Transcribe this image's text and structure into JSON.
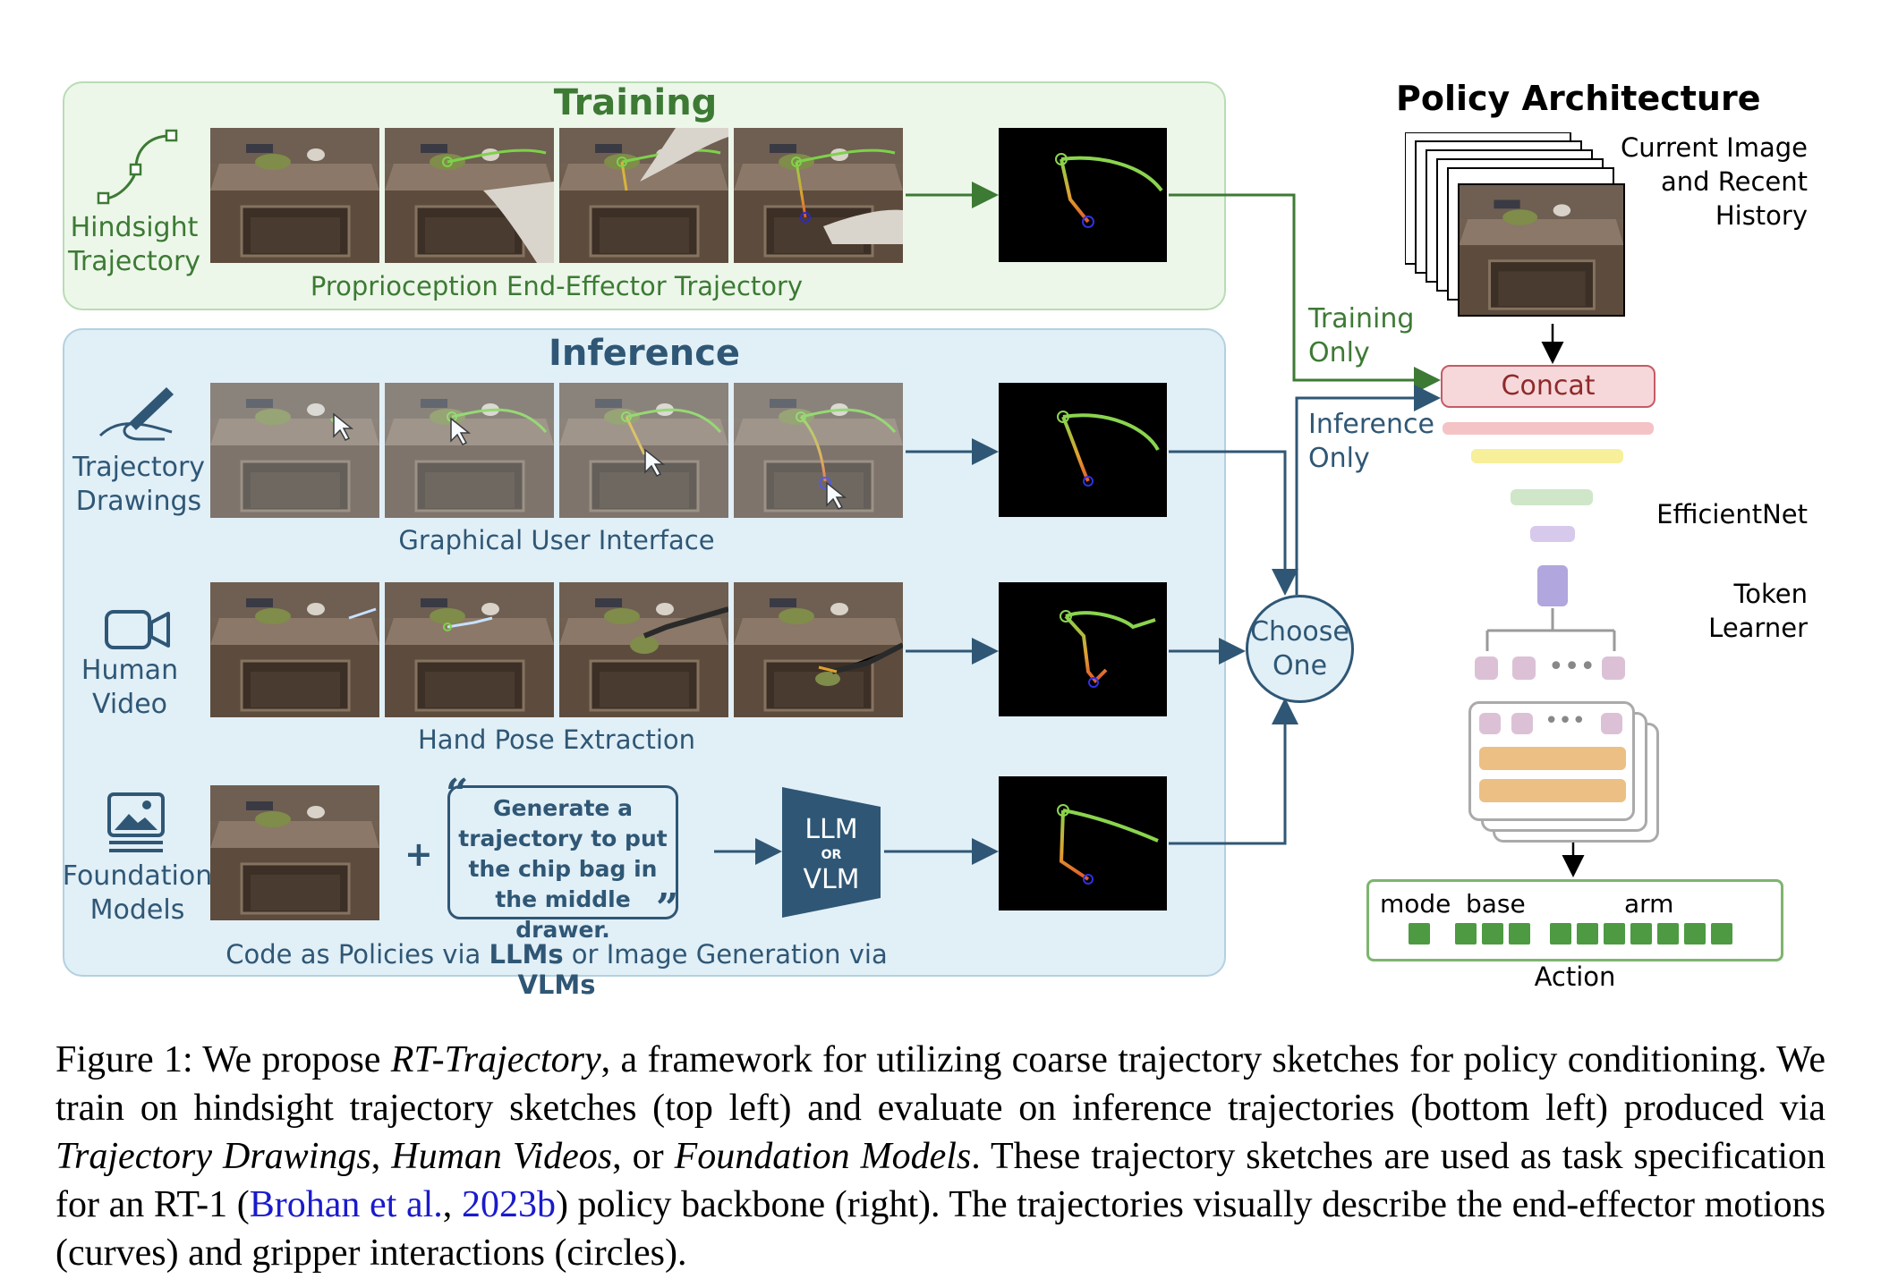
{
  "training": {
    "title": "Training",
    "icon_label": "Hindsight\nTrajectory",
    "caption": "Proprioception End-Effector Trajectory"
  },
  "inference": {
    "title": "Inference",
    "rows": [
      {
        "icon": "pen-drawing-icon",
        "label": "Trajectory\nDrawings",
        "caption": "Graphical User Interface"
      },
      {
        "icon": "video-camera-icon",
        "label": "Human\nVideo",
        "caption": "Hand Pose Extraction"
      },
      {
        "icon": "image-icon",
        "label": "Foundation\nModels",
        "caption_parts": [
          "Code as Policies via ",
          "LLMs",
          " or Image Generation via ",
          "VLMs"
        ]
      }
    ],
    "plus": "+",
    "prompt": "Generate a\ntrajectory to put\nthe chip bag in\nthe middle drawer.",
    "model_top": "LLM",
    "model_mid": "OR",
    "model_bottom": "VLM"
  },
  "routing": {
    "training_only": "Training\nOnly",
    "inference_only": "Inference\nOnly",
    "choose_one": "Choose\nOne"
  },
  "architecture": {
    "title": "Policy Architecture",
    "image_label": "Current Image\nand Recent\nHistory",
    "concat": "Concat",
    "efficientnet": "EfficientNet",
    "token_learner": "Token\nLearner",
    "action_labels": {
      "mode": "mode",
      "base": "base",
      "arm": "arm"
    },
    "action": "Action",
    "colors": {
      "concat_fill": "#f6d8db",
      "bar1": "#f4c3c6",
      "bar2": "#f7ef9a",
      "bar3": "#cfe7c8",
      "bar4": "#d7c9ec",
      "token": "#b1a6dd",
      "token_small": "#dcc1d6",
      "transformer_row": "#ecbf84",
      "action_square": "#4d9a42"
    }
  },
  "caption": {
    "p1": "Figure 1:  We propose ",
    "p2": "RT-Trajectory",
    "p3": ", a framework for utilizing coarse trajectory sketches for policy conditioning. We train on hindsight trajectory sketches (top left) and evaluate on inference trajectories (bottom left) produced via ",
    "p4": "Trajectory Drawings",
    "p5": ", ",
    "p6": "Human Videos",
    "p7": ", or ",
    "p8": "Foundation Models",
    "p9": ". These trajectory sketches are used as task specification for an RT-1 (",
    "p10": "Brohan et al.",
    "p11": ", ",
    "p12": "2023b",
    "p13": ") policy backbone (right). The trajectories visually describe the end-effector motions (curves) and gripper interactions (circles)."
  }
}
